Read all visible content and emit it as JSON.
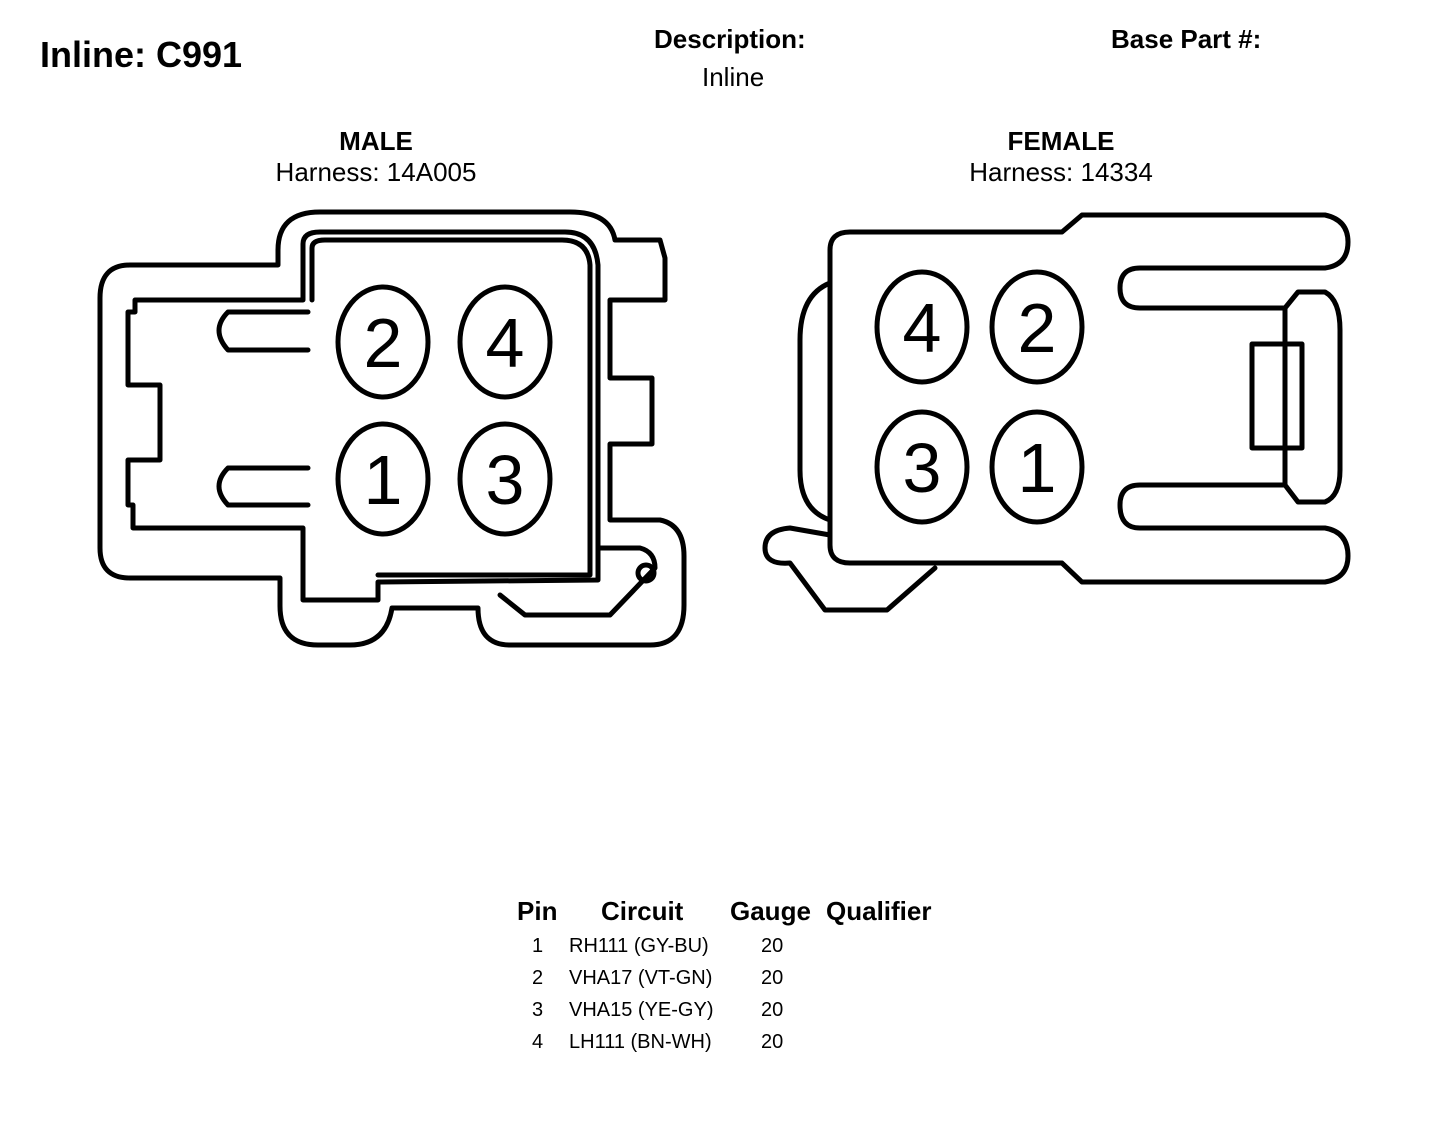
{
  "header": {
    "title": "Inline: C991",
    "description_label": "Description:",
    "description_value": "Inline",
    "base_part_label": "Base Part #:"
  },
  "male": {
    "label": "MALE",
    "harness": "Harness: 14A005",
    "pins": [
      "2",
      "4",
      "1",
      "3"
    ]
  },
  "female": {
    "label": "FEMALE",
    "harness": "Harness: 14334",
    "pins": [
      "4",
      "2",
      "3",
      "1"
    ]
  },
  "table": {
    "headers": [
      "Pin",
      "Circuit",
      "Gauge",
      "Qualifier"
    ],
    "rows": [
      {
        "pin": "1",
        "circuit": "RH111 (GY-BU)",
        "gauge": "20",
        "qualifier": ""
      },
      {
        "pin": "2",
        "circuit": "VHA17 (VT-GN)",
        "gauge": "20",
        "qualifier": ""
      },
      {
        "pin": "3",
        "circuit": "VHA15 (YE-GY)",
        "gauge": "20",
        "qualifier": ""
      },
      {
        "pin": "4",
        "circuit": "LH111 (BN-WH)",
        "gauge": "20",
        "qualifier": ""
      }
    ]
  }
}
